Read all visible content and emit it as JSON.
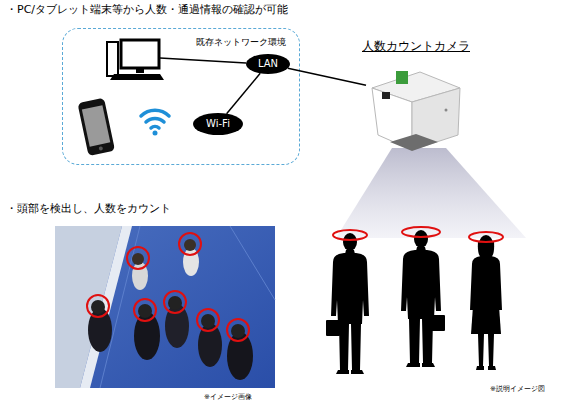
{
  "diagram": {
    "nodes": [
      {
        "text": [
          "既存ネットワーク環境"
        ]
      },
      {
        "text": [
          "LAN"
        ],
        "in": 0
      },
      {
        "text": [
          "Wi-Fi"
        ],
        "in": 0
      },
      {
        "text": [
          "人数カウントカメラ"
        ]
      }
    ],
    "edges": [
      {
        "from": 1,
        "to": 2,
        "arrow": "none"
      },
      {
        "from": 1,
        "to": 3,
        "arrow": "none"
      }
    ],
    "labels": [
      "・PC/タブレット端末等から人数・通過情報の確認が可能",
      "・頭部を検出し、人数をカウント",
      "※イメージ画像",
      "※説明イメージ図"
    ]
  }
}
